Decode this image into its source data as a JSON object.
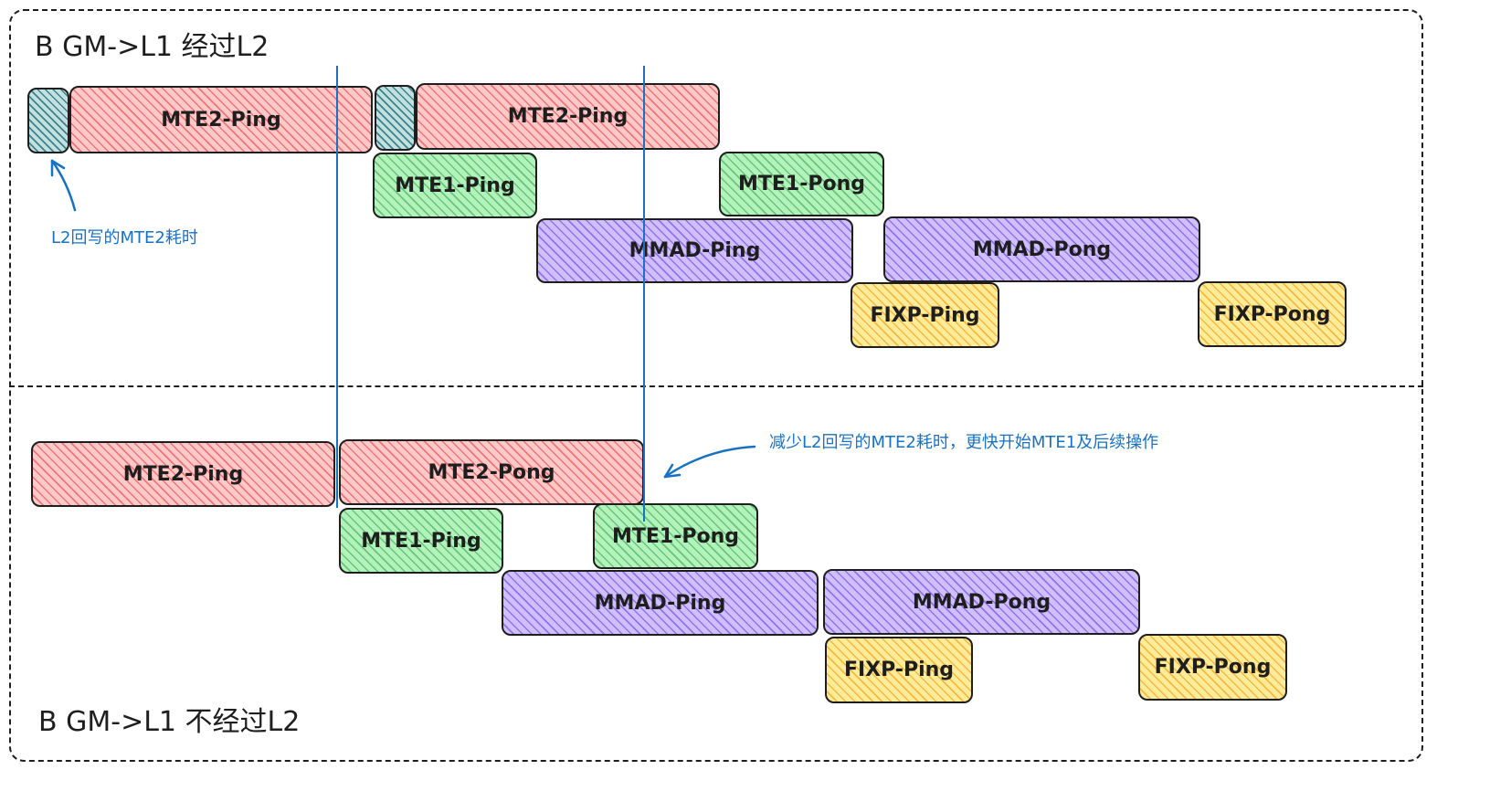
{
  "top": {
    "title": "B GM->L1 经过L2",
    "mte2_ping_1": "MTE2-Ping",
    "mte2_ping_2": "MTE2-Ping",
    "mte1_ping": "MTE1-Ping",
    "mte1_pong": "MTE1-Pong",
    "mmad_ping": "MMAD-Ping",
    "mmad_pong": "MMAD-Pong",
    "fixp_ping": "FIXP-Ping",
    "fixp_pong": "FIXP-Pong",
    "note": "L2回写的MTE2耗时"
  },
  "bottom": {
    "title": "B GM->L1 不经过L2",
    "mte2_ping": "MTE2-Ping",
    "mte2_pong": "MTE2-Pong",
    "mte1_ping": "MTE1-Ping",
    "mte1_pong": "MTE1-Pong",
    "mmad_ping": "MMAD-Ping",
    "mmad_pong": "MMAD-Pong",
    "fixp_ping": "FIXP-Ping",
    "fixp_pong": "FIXP-Pong",
    "note": "减少L2回写的MTE2耗时，更快开始MTE1及后续操作"
  },
  "colors": {
    "mte2": "#ffc9c9",
    "mte1": "#b2f2bb",
    "mmad": "#d0bfff",
    "fixp": "#ffec99",
    "l2_writeback": "#0c8599",
    "annotation": "#1971c2",
    "stroke": "#1e1e1e"
  }
}
